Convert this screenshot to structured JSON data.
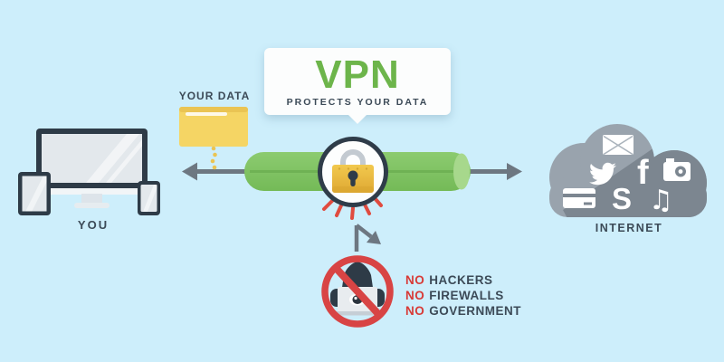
{
  "banner": {
    "title": "VPN",
    "subtitle": "PROTECTS YOUR DATA"
  },
  "left_group": {
    "label": "YOU",
    "devices": [
      "monitor",
      "tablet",
      "phone"
    ]
  },
  "data_source": {
    "label": "YOUR DATA",
    "icon": "folder-icon"
  },
  "right_group": {
    "label": "INTERNET",
    "icon": "cloud-icon"
  },
  "tunnel": {
    "description": "green vpn tunnel with padlock",
    "icon": "padlock-icon"
  },
  "blocked_list": [
    {
      "prefix": "NO",
      "label": "HACKERS"
    },
    {
      "prefix": "NO",
      "label": "FIREWALLS"
    },
    {
      "prefix": "NO",
      "label": "GOVERNMENT"
    }
  ],
  "blocked_sign": {
    "icon": "no-hacker-icon"
  },
  "cloud_icons": [
    "email",
    "twitter",
    "facebook",
    "camera",
    "credit-card",
    "skype",
    "music"
  ],
  "icon_glyphs": {
    "facebook": "f",
    "skype": "S",
    "music": "♫"
  },
  "colors": {
    "bg": "#cdeefb",
    "bubble_bg": "#fcfdfd",
    "accent_green": "#6db54b",
    "tube_green_light": "#8ccb70",
    "tube_green": "#7abf5c",
    "tube_seam": "#6aad4f",
    "tube_cap": "#a7d88c",
    "arrow_gray": "#6d7781",
    "dark_navy": "#3c4a57",
    "icon_dark": "#2e3b47",
    "screen_gray": "#e3e8ec",
    "stand_gray": "#dde4ea",
    "folder_yellow": "#f5d564",
    "folder_dark": "#eac453",
    "lock_gold": "#eebf43",
    "lock_gold_dark": "#d9a52f",
    "shackle_gray": "#c3cad1",
    "circle_border": "#2f3c49",
    "cloud_light": "#99a3ad",
    "cloud_dark": "#7c8690",
    "red": "#d84444",
    "text_red": "#d83a36"
  }
}
